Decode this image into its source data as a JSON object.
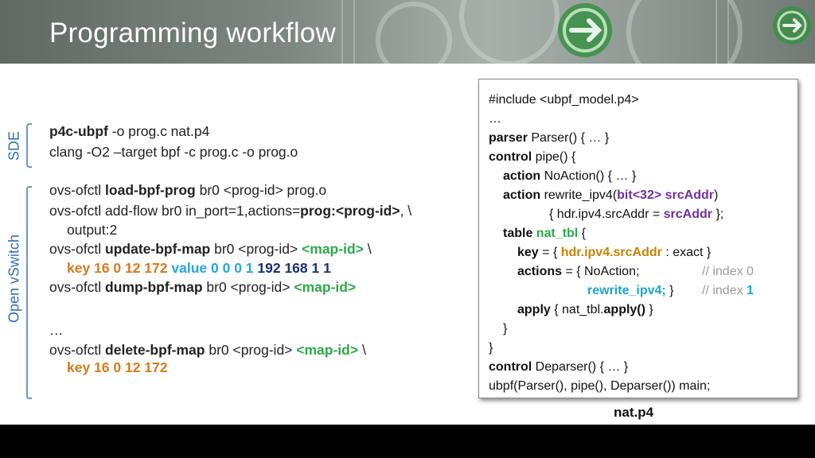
{
  "title": "Programming workflow",
  "side_labels": {
    "sde": "SDE",
    "ovs": "Open vSwitch"
  },
  "commands": {
    "l1": {
      "a": "p4c-ubpf",
      "b": " -o prog.c nat.p4"
    },
    "l2": {
      "a": "clang -O2 –target bpf -c prog.c -o prog.o"
    },
    "l3": {
      "a": "ovs-ofctl ",
      "b": "load-bpf-prog",
      "c": " br0 <prog-id> prog.o"
    },
    "l4": {
      "a": "ovs-ofctl add-flow br0 in_port=1,actions=",
      "b": "prog:<prog-id>",
      "c": ", \\"
    },
    "l5": {
      "a": "output:2"
    },
    "l6": {
      "a": "ovs-ofctl ",
      "b": "update-bpf-map",
      "c": " br0 <prog-id> ",
      "d": "<map-id>",
      "e": " \\"
    },
    "l7": {
      "a": "key 16 0 12 172",
      "b": " value",
      "c": " 0 0 0 1",
      "d": " 192 168 1 1"
    },
    "l8": {
      "a": "ovs-ofctl ",
      "b": "dump-bpf-map",
      "c": " br0 <prog-id> ",
      "d": "<map-id>"
    },
    "l9": {
      "a": "…"
    },
    "l10": {
      "a": "ovs-ofctl ",
      "b": "delete-bpf-map",
      "c": " br0 <prog-id> ",
      "d": "<map-id>",
      "e": " \\"
    },
    "l11": {
      "a": "key 16 0 12 172"
    }
  },
  "code": {
    "c1": {
      "a": "#include <ubpf_model.p4>"
    },
    "c2": {
      "a": "…"
    },
    "c3": {
      "a": "parser",
      "b": "  Parser() { … }"
    },
    "c4": {
      "a": "control",
      "b": " pipe() {"
    },
    "c5": {
      "a": "action",
      "b": " NoAction() { … }"
    },
    "c6": {
      "a": "action",
      "b": " rewrite_ipv4(",
      "c": "bit<32> srcAddr",
      "d": ")"
    },
    "c7": {
      "a": "{ hdr.ipv4.srcAddr = ",
      "b": "srcAddr",
      "c": " };"
    },
    "c8": {
      "a": "table",
      "b": " nat_tbl",
      "c": " {"
    },
    "c9": {
      "a": "key",
      "b": " = { ",
      "c": "hdr.ipv4.srcAddr",
      "d": " : exact }"
    },
    "c10": {
      "a": "actions",
      "b": " = { NoAction;",
      "c": "// index 0"
    },
    "c11": {
      "a": "rewrite_ipv4;",
      "b": " }",
      "c": "// index ",
      "d": "1"
    },
    "c12": {
      "a": "apply",
      "b": " { nat_tbl.",
      "c": "apply()",
      "d": " }"
    },
    "c13": {
      "a": "}"
    },
    "c14": {
      "a": "}"
    },
    "c15": {
      "a": "control",
      "b": " Deparser() { … }"
    },
    "c16": {
      "a": "ubpf(Parser(), pipe(), Deparser()) main;"
    }
  },
  "caption": "nat.p4"
}
